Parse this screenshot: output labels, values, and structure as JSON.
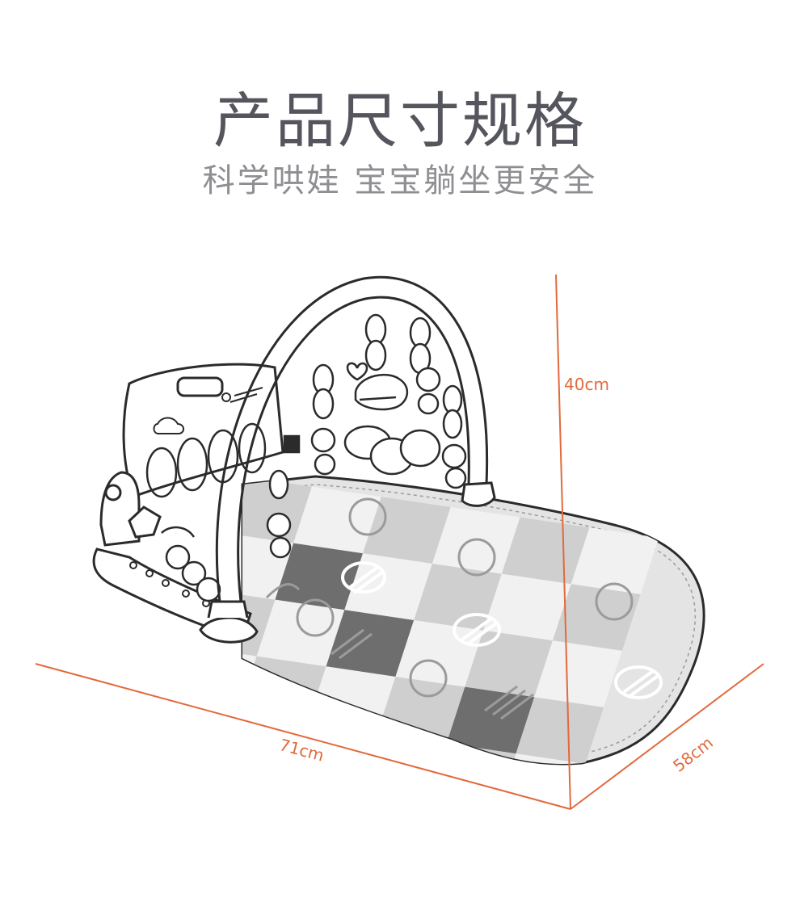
{
  "header": {
    "title": "产品尺寸规格",
    "subtitle": "科学哄娃 宝宝躺坐更安全"
  },
  "dimensions": {
    "height": "40cm",
    "length": "71cm",
    "width": "58cm"
  },
  "colors": {
    "dimension_line": "#e2693b",
    "title": "#55555d",
    "subtitle": "#8e8e93",
    "outline": "#2b2b2b",
    "mat_light": "#d9d9d9",
    "mat_dark": "#6e6e6e"
  }
}
